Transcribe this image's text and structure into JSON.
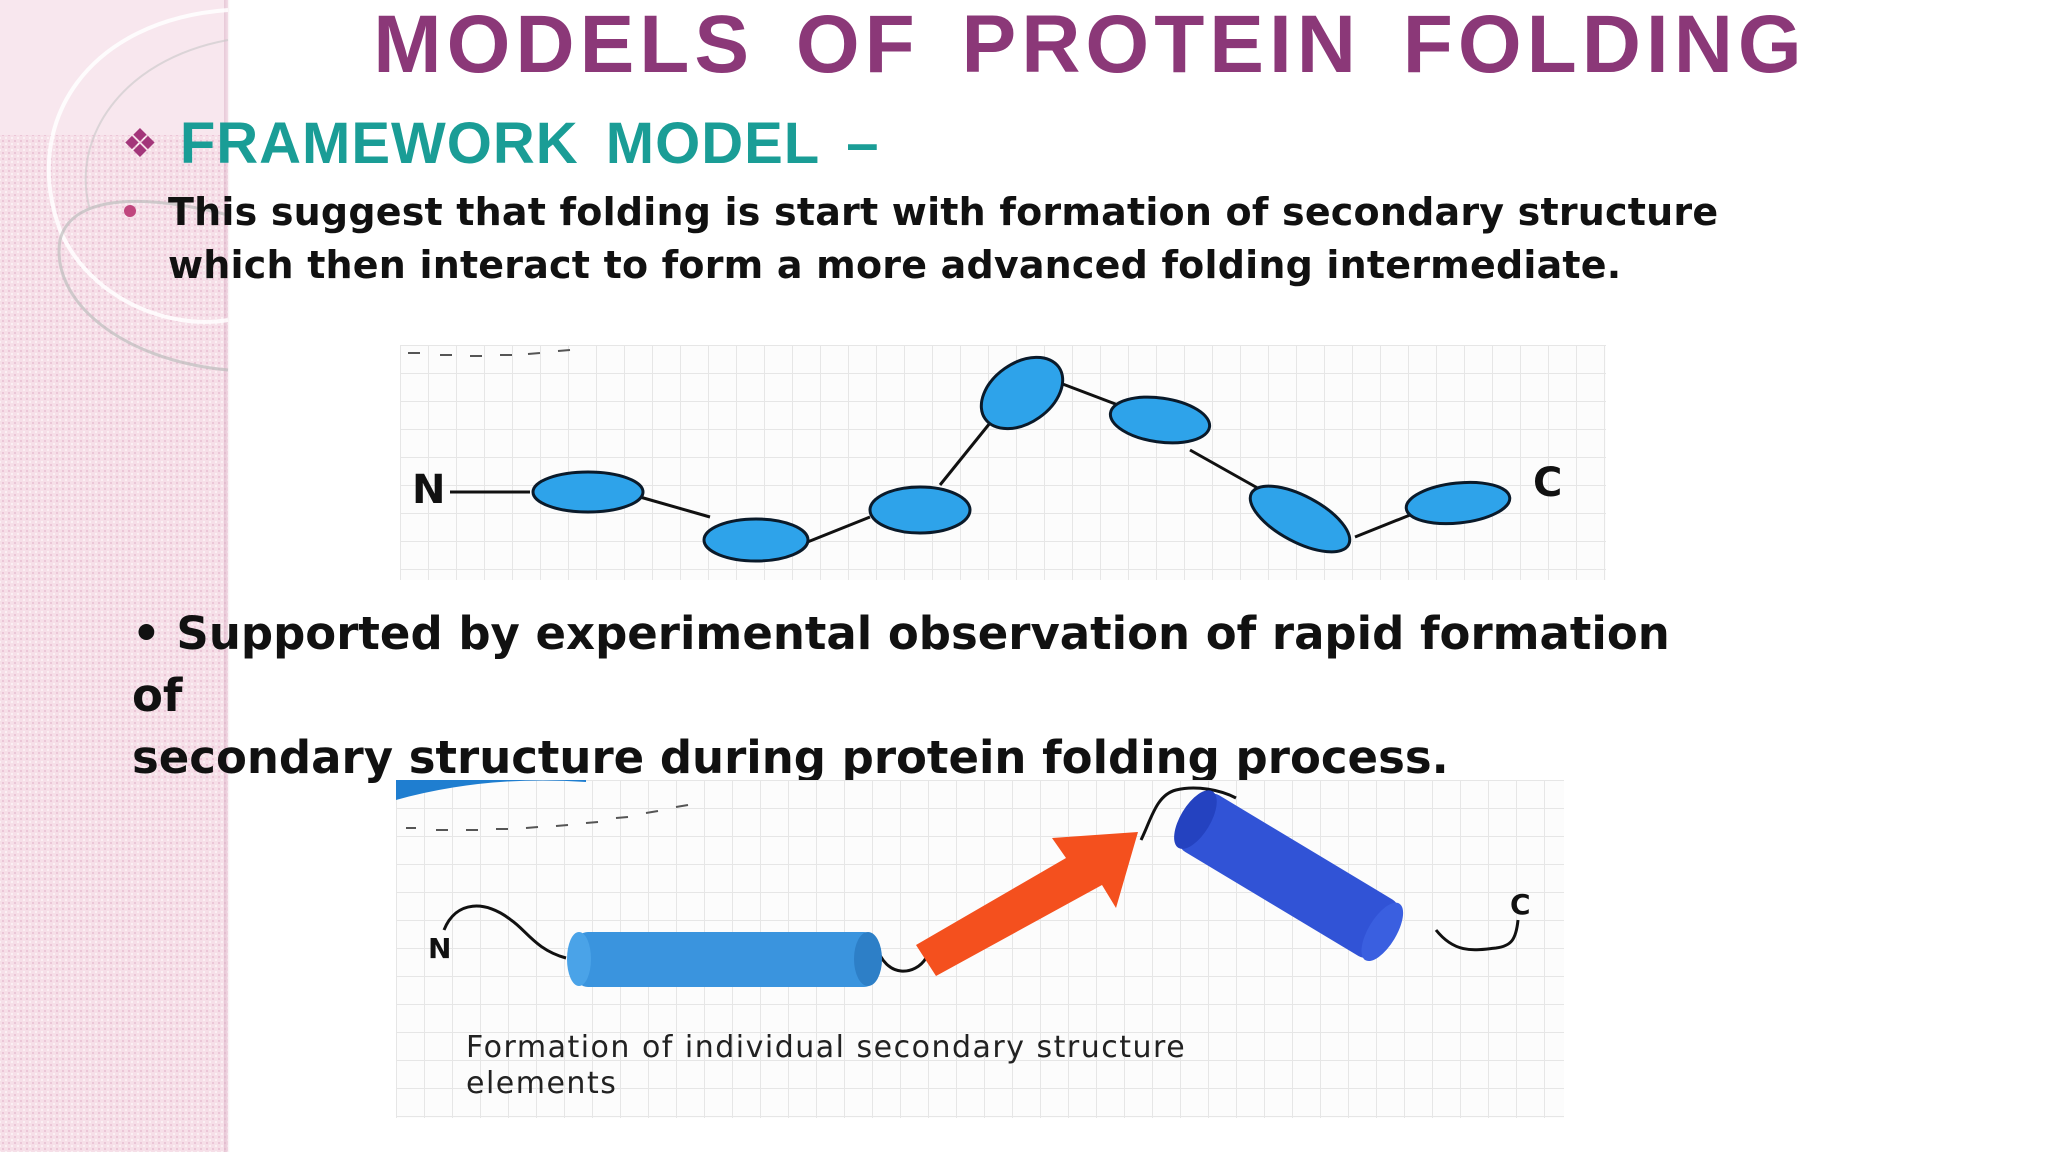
{
  "slide": {
    "title": "MODELS  OF  PROTEIN  FOLDING",
    "heading": "FRAMEWORK  MODEL –",
    "bullet1": "This suggest that folding is start with formation of secondary structure\nwhich then interact to form a more advanced folding intermediate.",
    "bullet2": "•  Supported by experimental observation of rapid formation of\nsecondary structure during protein folding process."
  },
  "figure1": {
    "label_n": "N",
    "label_c": "C"
  },
  "figure2": {
    "label_n": "N",
    "label_c": "C",
    "caption": "Formation of individual secondary structure\nelements"
  },
  "colors": {
    "title": "#8b3878",
    "heading": "#1a9d96",
    "helix_ellipse": "#2ea3ea",
    "helix_cylinder_1": "#3a94de",
    "strand_arrow": "#f4501e",
    "helix_cylinder_2": "#3153d6"
  }
}
